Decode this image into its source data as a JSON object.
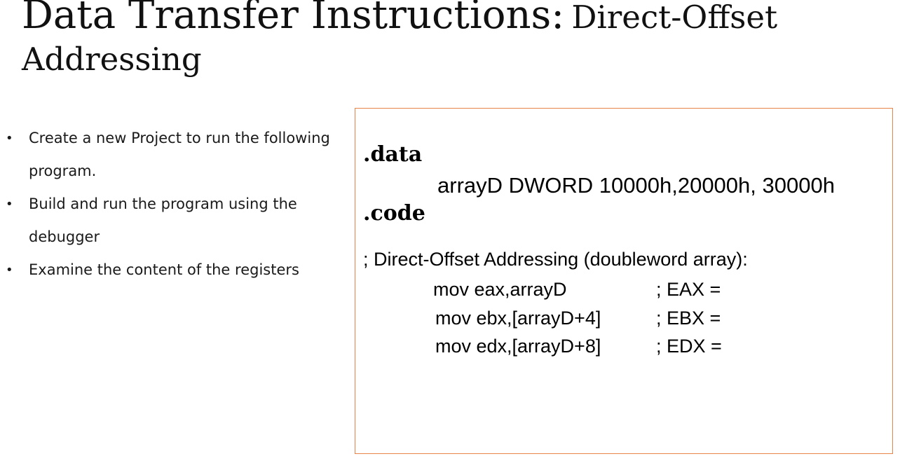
{
  "slide": {
    "title_main": "Data Transfer Instructions:",
    "title_sub_line1": "Direct-Offset",
    "title_sub_line2": "Addressing"
  },
  "bullets": [
    {
      "line1": "Create a new Project to run the following",
      "line2": "program."
    },
    {
      "line1": "Build and run the program using the",
      "line2": "debugger"
    },
    {
      "line1": "Examine the content of the registers",
      "line2": ""
    }
  ],
  "bullet_glyph": "•",
  "code": {
    "data_directive": ".data",
    "declaration": "arrayD DWORD 10000h,20000h, 30000h",
    "code_directive": ".code",
    "comment": "; Direct-Offset Addressing (doubleword array):",
    "instructions": [
      {
        "cmd": "mov eax,arrayD",
        "comment": "; EAX ="
      },
      {
        "cmd": "mov ebx,[arrayD+4]",
        "comment": "; EBX ="
      },
      {
        "cmd": "mov edx,[arrayD+8]",
        "comment": "; EDX ="
      }
    ]
  },
  "colors": {
    "box_border": "#e8834a",
    "text": "#111111"
  }
}
